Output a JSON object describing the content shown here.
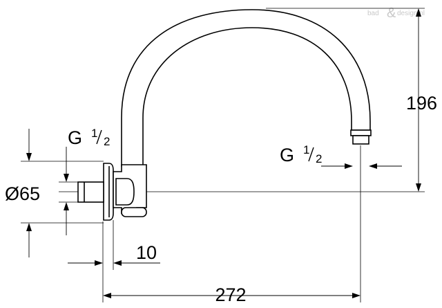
{
  "diagram": {
    "dimensions": {
      "height": "196",
      "width": "272",
      "wall_offset": "10",
      "flange_diameter": "Ø65"
    },
    "threads": {
      "inlet": {
        "base": "G",
        "num": "1",
        "den": "2"
      },
      "outlet": {
        "base": "G",
        "num": "1",
        "den": "2"
      }
    },
    "watermark": {
      "part1": "bad",
      "part2": "design.nl"
    },
    "colors": {
      "line": "#000000",
      "watermark": "#c9c9c9"
    }
  }
}
